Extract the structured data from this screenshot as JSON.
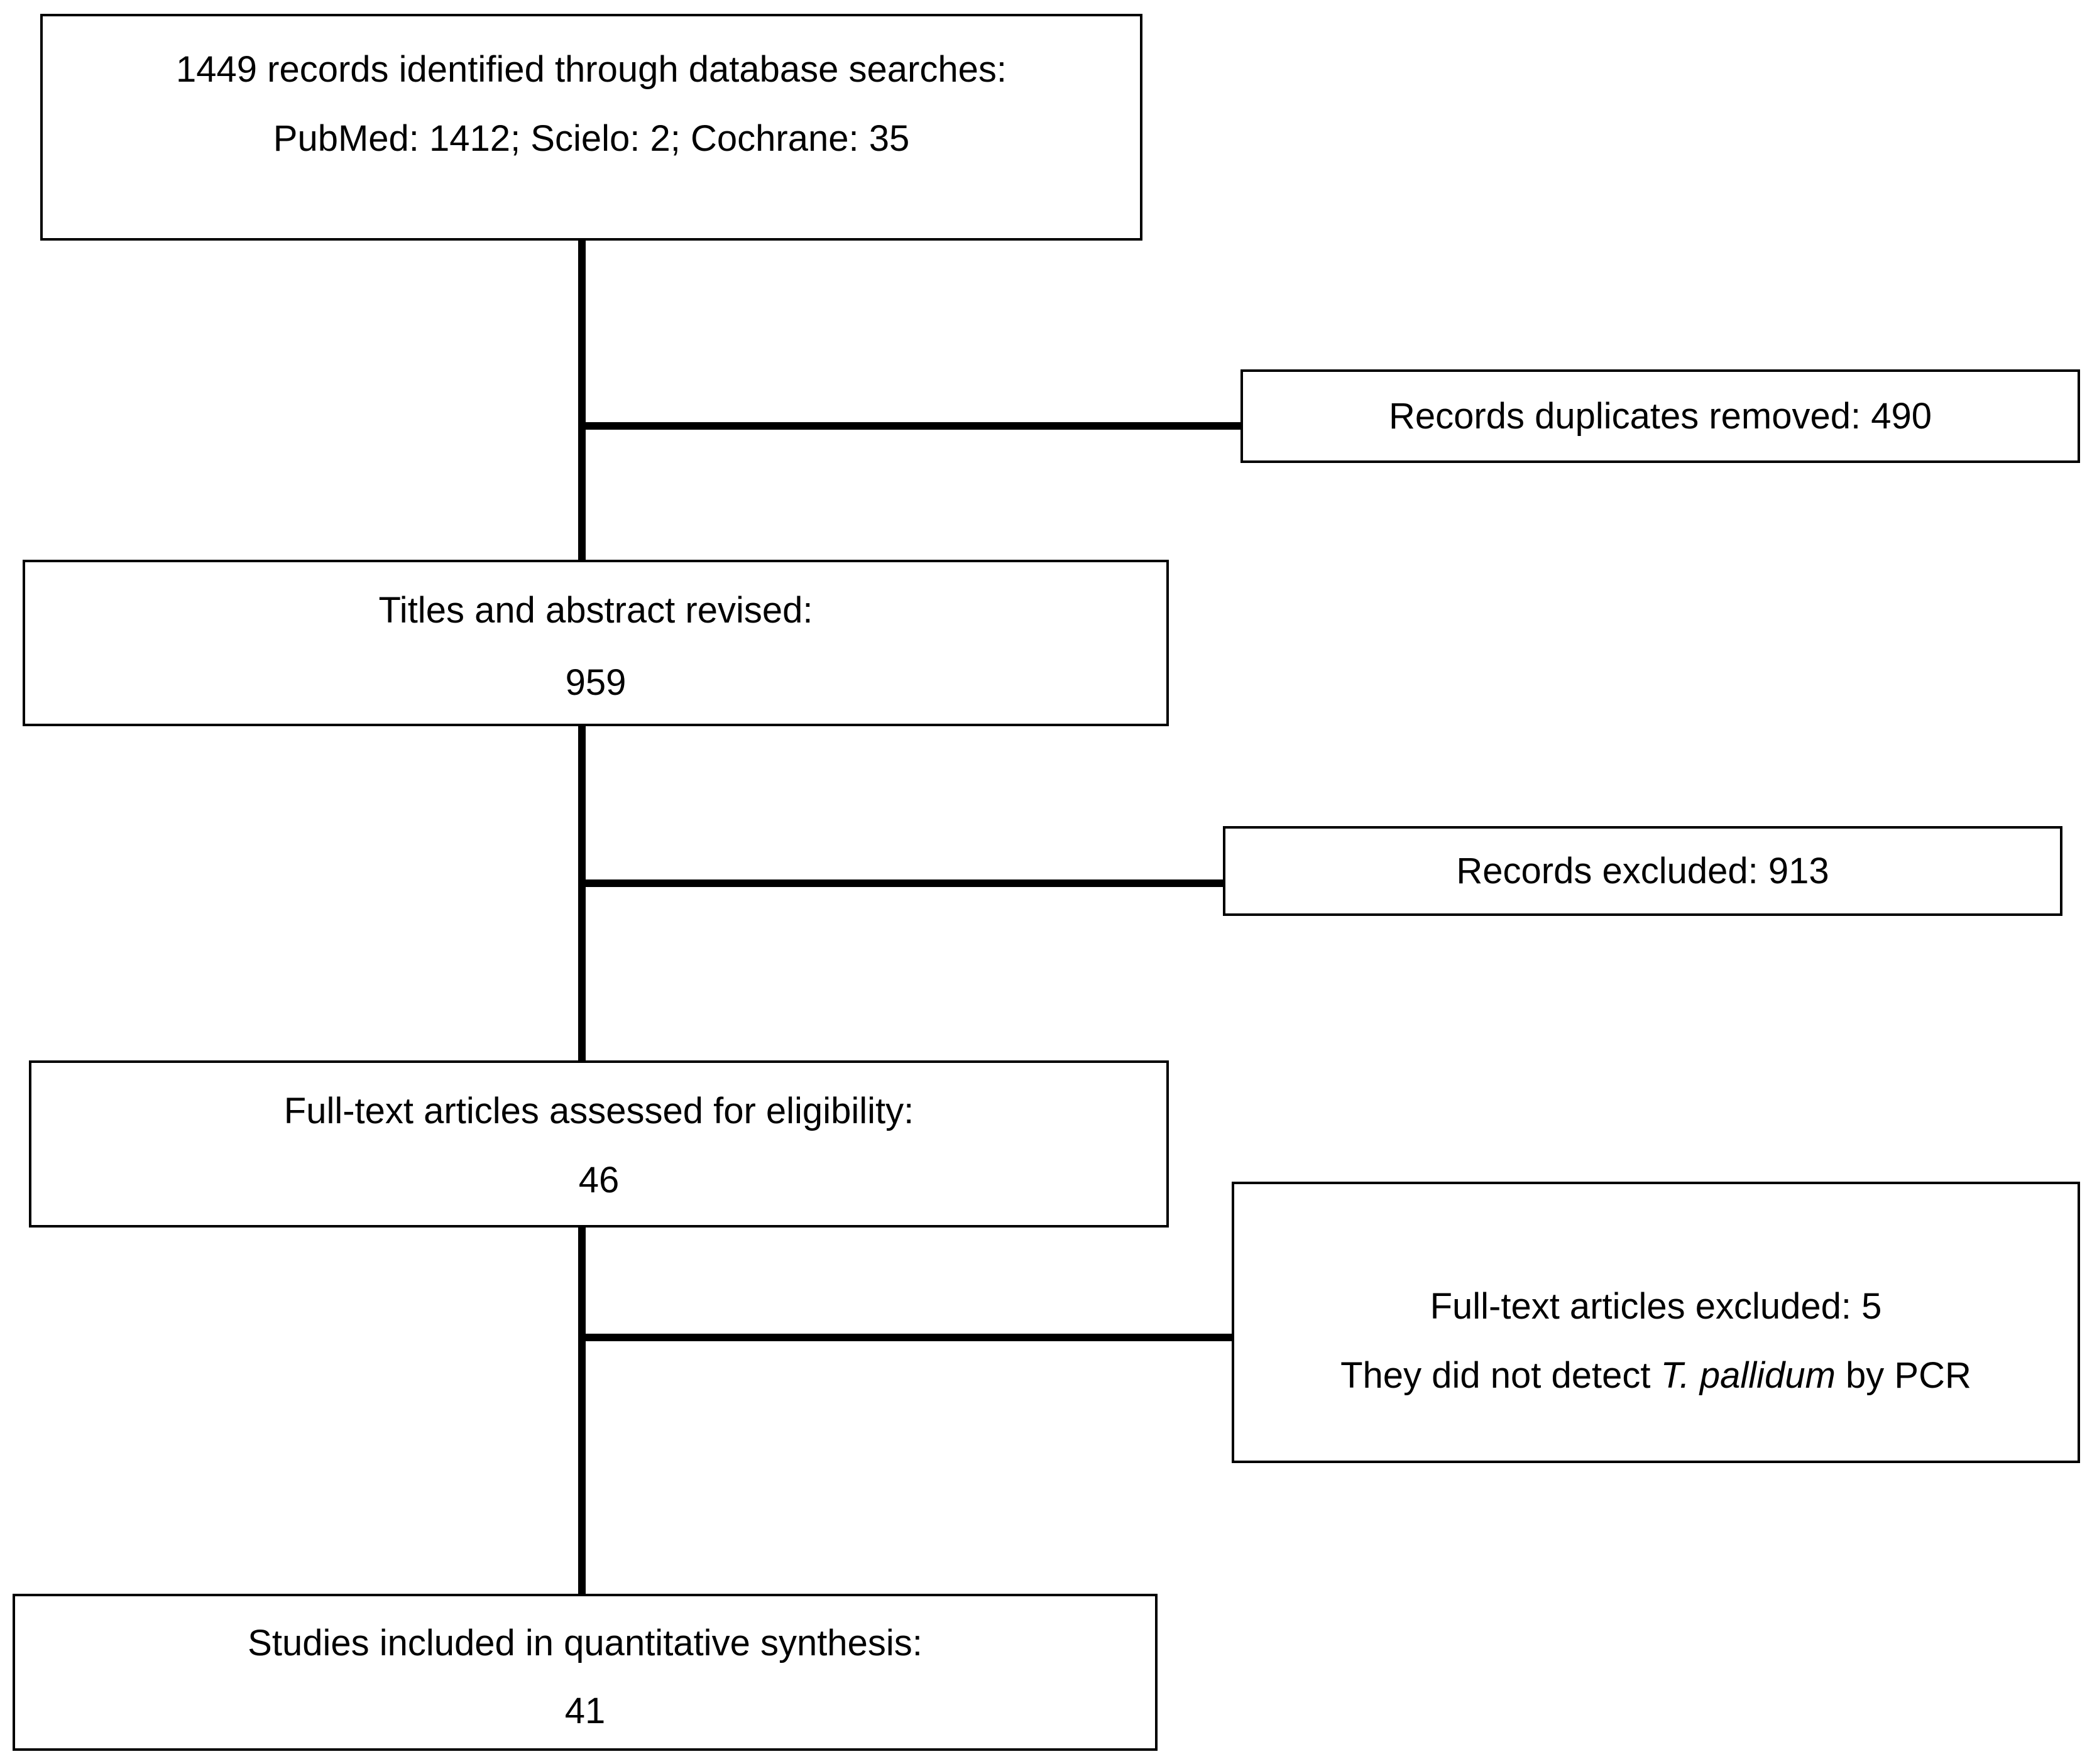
{
  "flowchart": {
    "identified": {
      "line1": "1449 records identified through database searches:",
      "line2": "PubMed: 1412; Scielo: 2; Cochrane: 35"
    },
    "duplicates": {
      "line1": "Records duplicates removed: 490"
    },
    "screened": {
      "line1": "Titles and abstract revised:",
      "line2": "959"
    },
    "excluded": {
      "line1": "Records excluded: 913"
    },
    "eligibility": {
      "line1": "Full-text articles assessed for eligibility:",
      "line2": "46"
    },
    "fulltext_excluded": {
      "line1": "Full-text articles excluded: 5",
      "line2_before": "They did not detect ",
      "line2_italic": "T. pallidum",
      "line2_after": " by PCR"
    },
    "included": {
      "line1": "Studies included in quantitative synthesis:",
      "line2": "41"
    }
  }
}
